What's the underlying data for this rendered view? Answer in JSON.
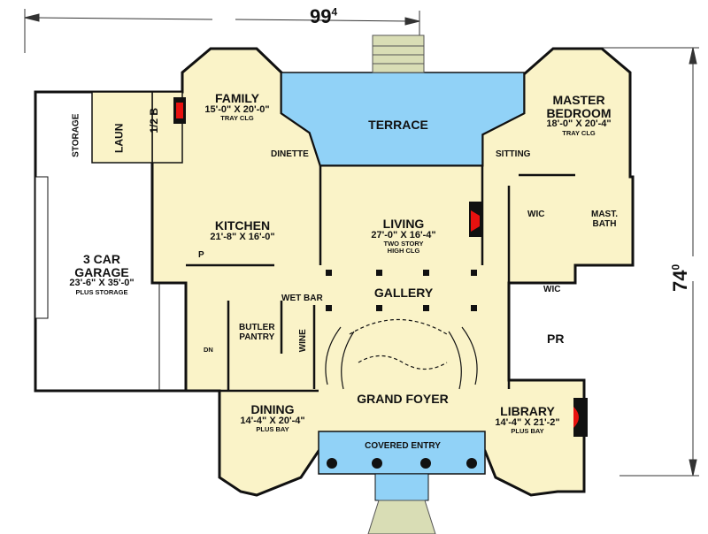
{
  "plan": {
    "colors": {
      "floor": "#FAF3C8",
      "outdoor": "#91D2F7",
      "wall": "#111111",
      "fireplace": "#E8110F",
      "garage": "#FFFFFF",
      "steps": "#D9DDB5"
    },
    "dimensions": {
      "width_main": "99",
      "width_sup": "4",
      "depth_main": "74",
      "depth_sup": "0"
    },
    "rooms": {
      "family": {
        "name": "FAMILY",
        "size": "15'-0\" X 20'-0\"",
        "note": "TRAY CLG"
      },
      "terrace": {
        "name": "TERRACE"
      },
      "master": {
        "name1": "MASTER",
        "name2": "BEDROOM",
        "size": "18'-0\" X 20'-4\"",
        "note": "TRAY CLG"
      },
      "dinette": {
        "name": "DINETTE"
      },
      "sitting": {
        "name": "SITTING"
      },
      "storage": {
        "name": "STORAGE"
      },
      "laun": {
        "name": "LAUN"
      },
      "half_bath": {
        "name": "1/2 B"
      },
      "kitchen": {
        "name": "KITCHEN",
        "size": "21'-8\" X 16'-0\""
      },
      "pantry": {
        "name": "P"
      },
      "living": {
        "name": "LIVING",
        "size": "27'-0\" X 16'-4\"",
        "note1": "TWO STORY",
        "note2": "HIGH CLG"
      },
      "wic1": {
        "name": "WIC"
      },
      "wic2": {
        "name": "WIC"
      },
      "mast_bath": {
        "name1": "MAST.",
        "name2": "BATH"
      },
      "garage": {
        "name1": "3 CAR",
        "name2": "GARAGE",
        "size": "23'-6\" X 35'-0\"",
        "note": "PLUS STORAGE"
      },
      "gallery": {
        "name": "GALLERY"
      },
      "wet_bar": {
        "name": "WET BAR"
      },
      "butler": {
        "name1": "BUTLER",
        "name2": "PANTRY"
      },
      "wine": {
        "name": "WINE"
      },
      "pr": {
        "name": "PR"
      },
      "dn": {
        "name": "DN"
      },
      "foyer": {
        "name": "GRAND FOYER"
      },
      "dining": {
        "name": "DINING",
        "size": "14'-4\" X 20'-4\"",
        "note": "PLUS BAY"
      },
      "library": {
        "name": "LIBRARY",
        "size": "14'-4\" X 21'-2\"",
        "note": "PLUS BAY"
      },
      "entry": {
        "name": "COVERED ENTRY"
      }
    }
  }
}
